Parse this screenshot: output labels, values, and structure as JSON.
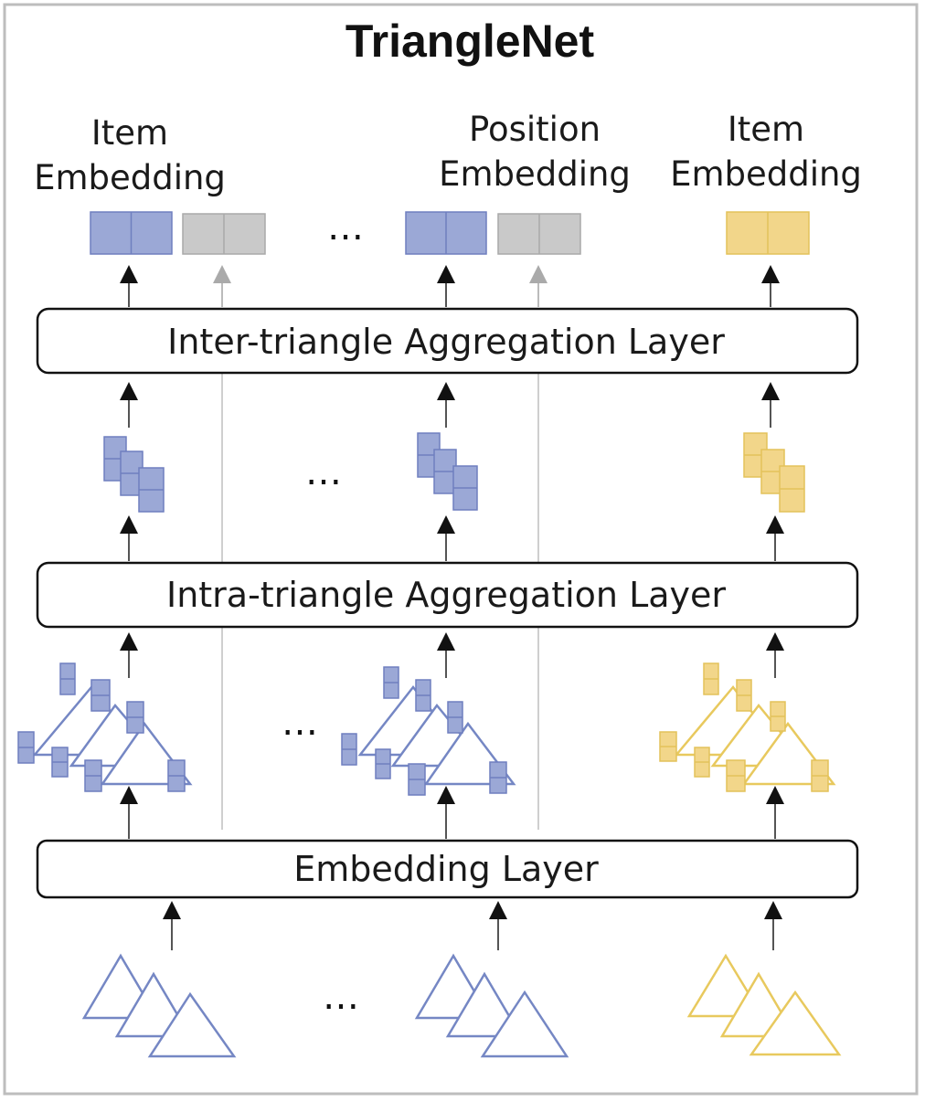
{
  "title": "TriangleNet",
  "labels": {
    "item_embedding_left": [
      "Item",
      "Embedding"
    ],
    "position_embedding": [
      "Position",
      "Embedding"
    ],
    "item_embedding_right": [
      "Item",
      "Embedding"
    ]
  },
  "layers": {
    "inter": "Inter-triangle Aggregation Layer",
    "intra": "Intra-triangle Aggregation Layer",
    "embedding": "Embedding Layer"
  },
  "ellipsis": "…",
  "colors": {
    "blue_fill": "#9ba8d6",
    "blue_stroke": "#6f7fbf",
    "gray_fill": "#c9c9c9",
    "gray_stroke": "#a9a9a9",
    "yellow_fill": "#f2d68a",
    "yellow_stroke": "#e3c25a",
    "triangle_blue": "#7587c4",
    "triangle_yellow": "#e8c95e"
  }
}
